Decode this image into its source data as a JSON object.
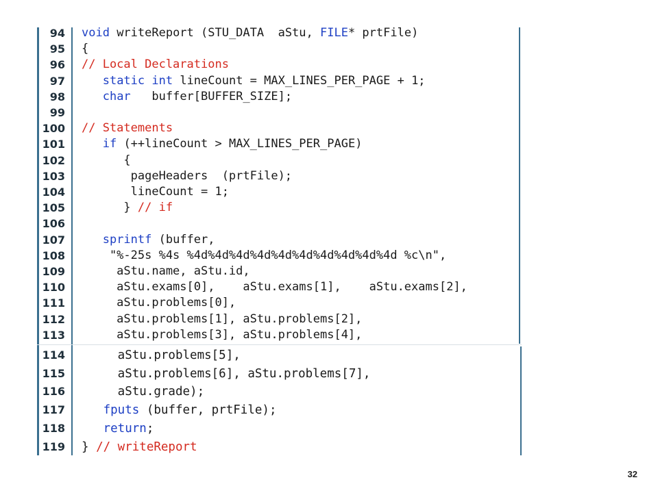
{
  "lines": [
    {
      "n": "94",
      "tokens": [
        {
          "t": "void",
          "c": "kw"
        },
        {
          "t": " writeReport (STU_DATA  aStu, "
        },
        {
          "t": "FILE",
          "c": "kw"
        },
        {
          "t": "* prtFile)"
        }
      ]
    },
    {
      "n": "95",
      "tokens": [
        {
          "t": "{"
        }
      ]
    },
    {
      "n": "96",
      "tokens": [
        {
          "t": "// Local Declarations",
          "c": "cm"
        }
      ]
    },
    {
      "n": "97",
      "tokens": [
        {
          "t": "   "
        },
        {
          "t": "static int",
          "c": "kw"
        },
        {
          "t": " lineCount = MAX_LINES_PER_PAGE + 1;"
        }
      ]
    },
    {
      "n": "98",
      "tokens": [
        {
          "t": "   "
        },
        {
          "t": "char",
          "c": "kw"
        },
        {
          "t": "   buffer[BUFFER_SIZE];"
        }
      ]
    },
    {
      "n": "99",
      "tokens": []
    },
    {
      "n": "100",
      "tokens": [
        {
          "t": "// Statements",
          "c": "cm"
        }
      ]
    },
    {
      "n": "101",
      "tokens": [
        {
          "t": "   "
        },
        {
          "t": "if",
          "c": "kw"
        },
        {
          "t": " (++lineCount > MAX_LINES_PER_PAGE)"
        }
      ]
    },
    {
      "n": "102",
      "tokens": [
        {
          "t": "      {"
        }
      ]
    },
    {
      "n": "103",
      "tokens": [
        {
          "t": "       pageHeaders  (prtFile);"
        }
      ]
    },
    {
      "n": "104",
      "tokens": [
        {
          "t": "       lineCount = 1;"
        }
      ]
    },
    {
      "n": "105",
      "tokens": [
        {
          "t": "      } "
        },
        {
          "t": "// if",
          "c": "cm"
        }
      ]
    },
    {
      "n": "106",
      "tokens": []
    },
    {
      "n": "107",
      "tokens": [
        {
          "t": "   "
        },
        {
          "t": "sprintf",
          "c": "kw"
        },
        {
          "t": " (buffer,"
        }
      ]
    },
    {
      "n": "108",
      "tokens": [
        {
          "t": "    \"%-25s %4s %4d%4d%4d%4d%4d%4d%4d%4d%4d%4d %c\\n\","
        }
      ]
    },
    {
      "n": "109",
      "tokens": [
        {
          "t": "     aStu.name, aStu.id,"
        }
      ]
    },
    {
      "n": "110",
      "tokens": [
        {
          "t": "     aStu.exams[0],    aStu.exams[1],    aStu.exams[2],"
        }
      ]
    },
    {
      "n": "111",
      "tokens": [
        {
          "t": "     aStu.problems[0],"
        }
      ]
    },
    {
      "n": "112",
      "tokens": [
        {
          "t": "     aStu.problems[1], aStu.problems[2],"
        }
      ]
    },
    {
      "n": "113",
      "tokens": [
        {
          "t": "     aStu.problems[3], aStu.problems[4],"
        }
      ]
    },
    {
      "n": "114",
      "tokens": [
        {
          "t": "     aStu.problems[5],"
        }
      ]
    },
    {
      "n": "115",
      "tokens": [
        {
          "t": "     aStu.problems[6], aStu.problems[7],"
        }
      ]
    },
    {
      "n": "116",
      "tokens": [
        {
          "t": "     aStu.grade);"
        }
      ]
    },
    {
      "n": "117",
      "tokens": [
        {
          "t": "   "
        },
        {
          "t": "fputs",
          "c": "kw"
        },
        {
          "t": " (buffer, prtFile);"
        }
      ]
    },
    {
      "n": "118",
      "tokens": [
        {
          "t": "   "
        },
        {
          "t": "return",
          "c": "kw"
        },
        {
          "t": ";"
        }
      ]
    },
    {
      "n": "119",
      "tokens": [
        {
          "t": "} "
        },
        {
          "t": "// writeReport",
          "c": "cm"
        }
      ]
    }
  ],
  "slide_number": "32"
}
